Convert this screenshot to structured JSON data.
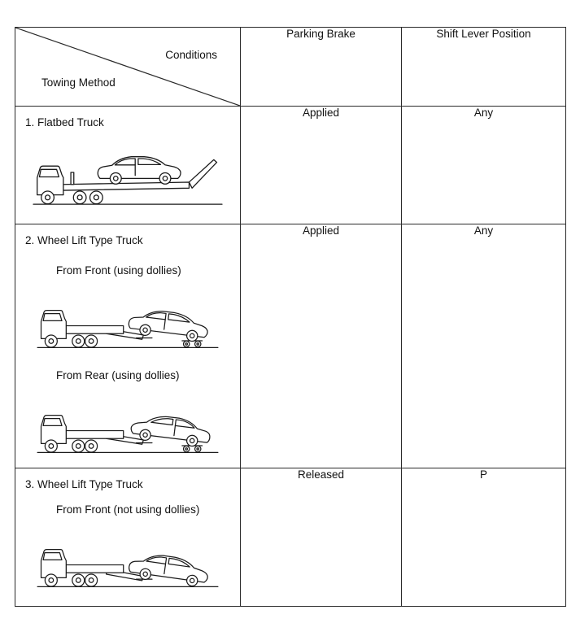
{
  "table": {
    "header": {
      "conditions_label": "Conditions",
      "towing_method_label": "Towing Method",
      "columns": [
        "Parking Brake",
        "Shift Lever Position"
      ]
    },
    "rows": [
      {
        "method": "1. Flatbed Truck",
        "sub_methods": [],
        "illustrations": [
          "flatbed-truck-carrying-car"
        ],
        "parking_brake": "Applied",
        "shift_lever_position": "Any"
      },
      {
        "method": "2. Wheel Lift Type Truck",
        "sub_methods": [
          "From Front (using dollies)",
          "From Rear (using dollies)"
        ],
        "illustrations": [
          "wheel-lift-truck-towing-from-front-with-dollies",
          "wheel-lift-truck-towing-from-rear-with-dollies"
        ],
        "parking_brake": "Applied",
        "shift_lever_position": "Any"
      },
      {
        "method": "3. Wheel Lift Type Truck",
        "sub_methods": [
          "From Front (not using dollies)"
        ],
        "illustrations": [
          "wheel-lift-truck-towing-from-front-without-dollies"
        ],
        "parking_brake": "Released",
        "shift_lever_position": "P"
      }
    ],
    "colors": {
      "line": "#1a1a1a",
      "background": "#ffffff",
      "border": "#2a2a2a"
    }
  }
}
